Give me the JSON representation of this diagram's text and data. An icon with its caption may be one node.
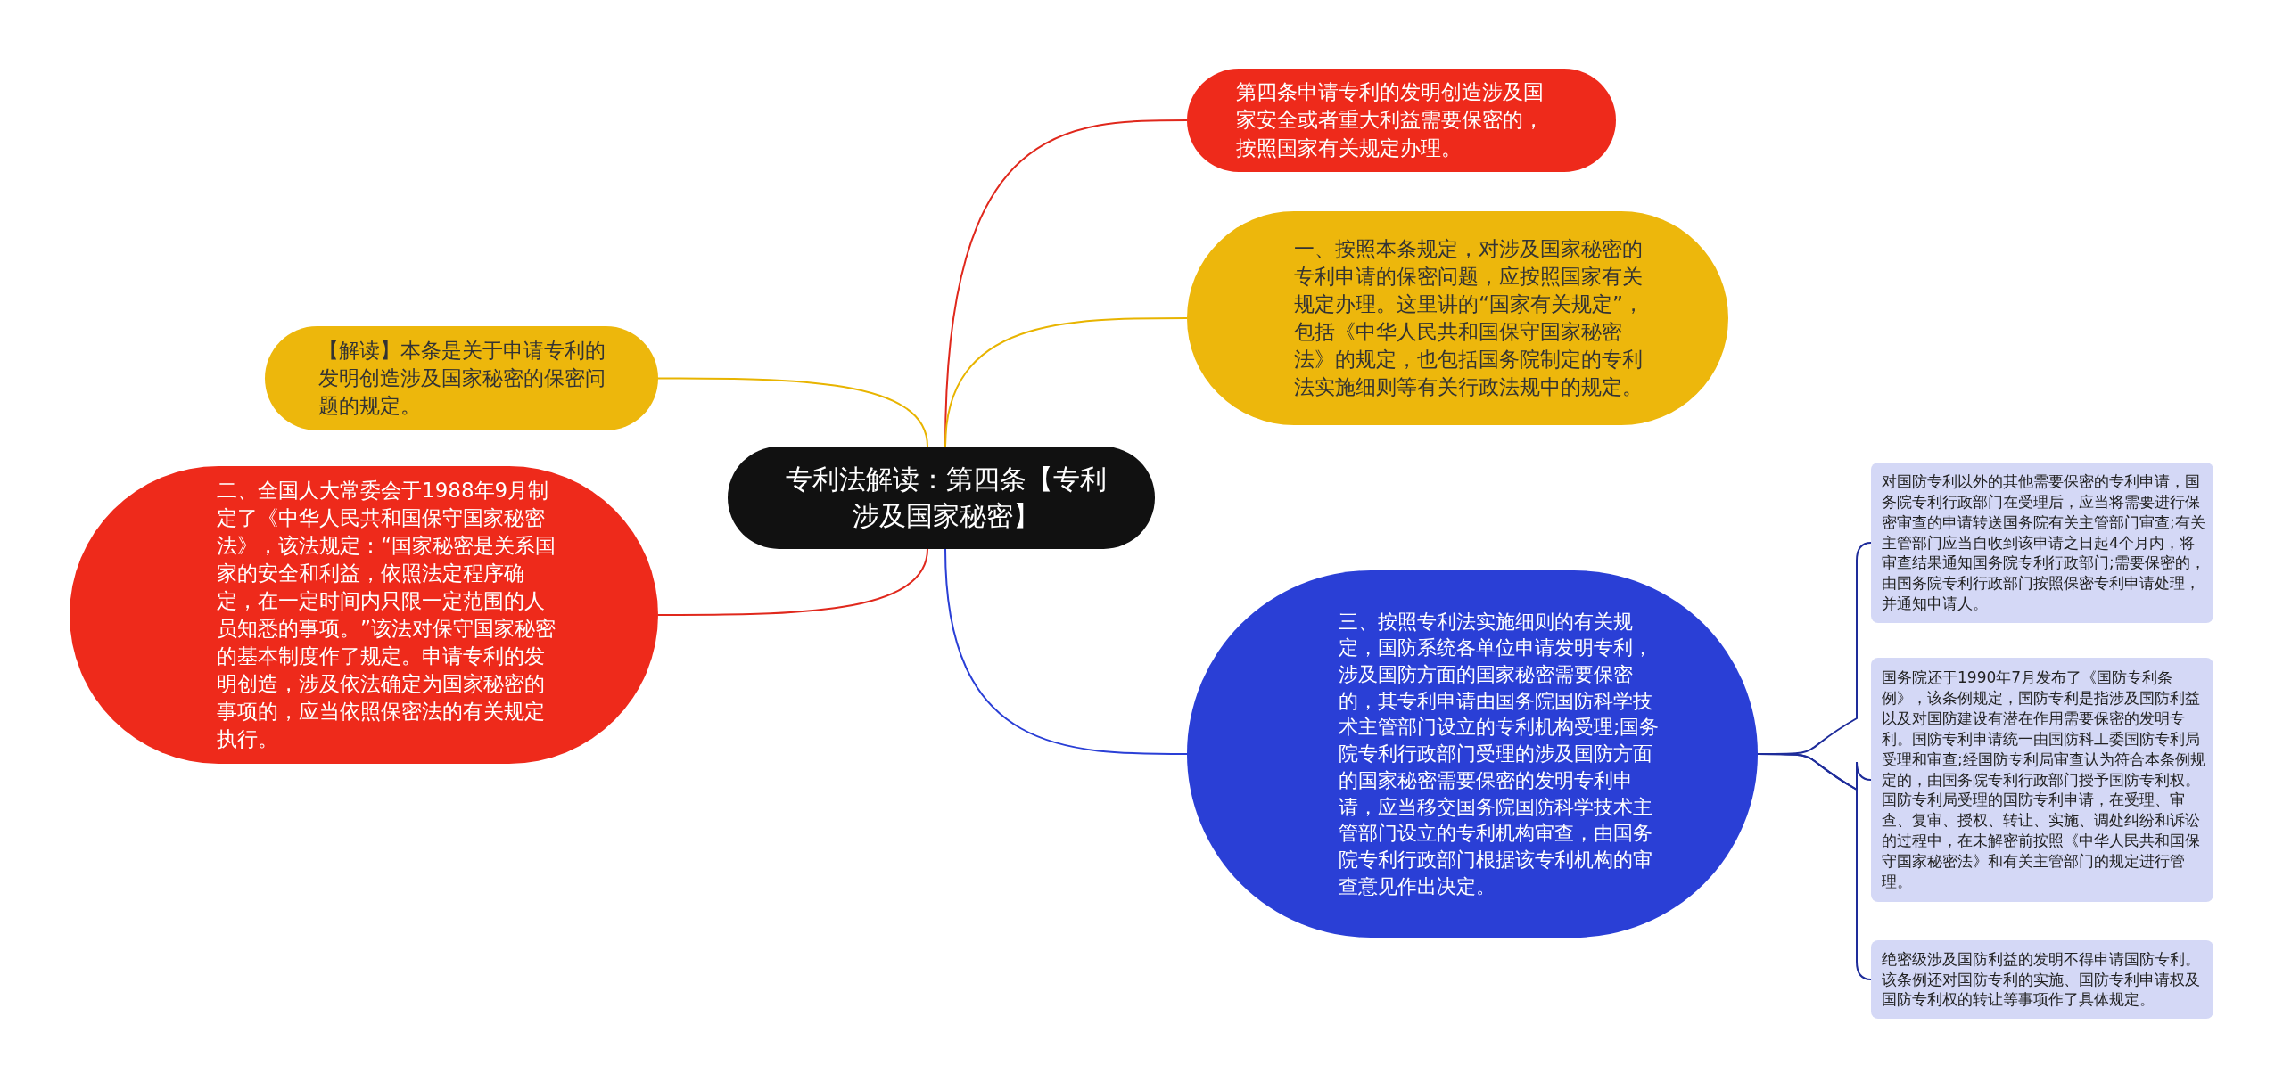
{
  "diagram": {
    "nodes": [
      {
        "text": [
          "专利法解读：第四条【专利涉及国家秘密】"
        ]
      },
      {
        "text": [
          "第四条申请专利的发明创造涉及国家安全或者重大利益需要保密的，按照国家有关规定办理。"
        ]
      },
      {
        "text": [
          "一、按照本条规定，对涉及国家秘密的专利申请的保密问题，应按照国家有关规定办理。这里讲的“国家有关规定”，包括《中华人民共和国保守国家秘密法》的规定，也包括国务院制定的专利法实施细则等有关行政法规中的规定。"
        ]
      },
      {
        "text": [
          "【解读】本条是关于申请专利的发明创造涉及国家秘密的保密问题的规定。"
        ]
      },
      {
        "text": [
          "二、全国人大常委会于1988年9月制定了《中华人民共和国保守国家秘密法》，该法规定：“国家秘密是关系国家的安全和利益，依照法定程序确定，在一定时间内只限一定范围的人员知悉的事项。”该法对保守国家秘密的基本制度作了规定。申请专利的发明创造，涉及依法确定为国家秘密的事项的，应当依照保密法的有关规定执行。"
        ]
      },
      {
        "text": [
          "三、按照专利法实施细则的有关规定，国防系统各单位申请发明专利，涉及国防方面的国家秘密需要保密的，其专利申请由国务院国防科学技术主管部门设立的专利机构受理;国务院专利行政部门受理的涉及国防方面的国家秘密需要保密的发明专利申请，应当移交国务院国防科学技术主管部门设立的专利机构审查，由国务院专利行政部门根据该专利机构的审查意见作出决定。"
        ]
      },
      {
        "text": [
          "对国防专利以外的其他需要保密的专利申请，国务院专利行政部门在受理后，应当将需要进行保密审查的申请转送国务院有关主管部门审查;有关主管部门应当自收到该申请之日起4个月内，将审查结果通知国务院专利行政部门;需要保密的，由国务院专利行政部门按照保密专利申请处理，并通知申请人。"
        ]
      },
      {
        "text": [
          "国务院还于1990年7月发布了《国防专利条例》，该条例规定，国防专利是指涉及国防利益以及对国防建设有潜在作用需要保密的发明专利。国防专利申请统一由国防科工委国防专利局受理和审查;经国防专利局审查认为符合本条例规定的，由国务院专利行政部门授予国防专利权。国防专利局受理的国防专利申请，在受理、审查、复审、授权、转让、实施、调处纠纷和诉讼的过程中，在未解密前按照《中华人民共和国保守国家秘密法》和有关主管部门的规定进行管理。"
        ]
      },
      {
        "text": [
          "绝密级涉及国防利益的发明不得申请国防专利。该条例还对国防专利的实施、国防专利申请权及国防专利权的转让等事项作了具体规定。"
        ]
      }
    ],
    "edges": [
      {
        "from": 0,
        "to": 1,
        "arrow": "none",
        "color": "#e0281c"
      },
      {
        "from": 0,
        "to": 2,
        "arrow": "none",
        "color": "#e8b400"
      },
      {
        "from": 0,
        "to": 3,
        "arrow": "none",
        "color": "#e8b400"
      },
      {
        "from": 0,
        "to": 4,
        "arrow": "none",
        "color": "#e0281c"
      },
      {
        "from": 0,
        "to": 5,
        "arrow": "none"
      },
      {
        "from": 5,
        "to": 6,
        "arrow": "none",
        "color": "#1e2c9a"
      },
      {
        "from": 5,
        "to": 7,
        "arrow": "none",
        "color": "#1e2c9a"
      },
      {
        "from": 5,
        "to": 8,
        "arrow": "none",
        "color": "#1e2c9a"
      }
    ]
  }
}
